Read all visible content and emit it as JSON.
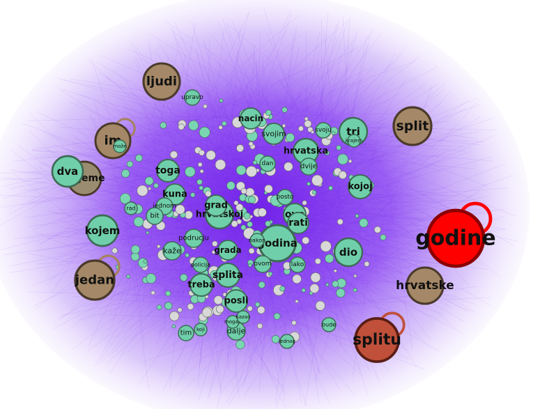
{
  "graph": {
    "edge_color": "#7b2cf0",
    "colors": {
      "green_fill": "#6fcfaa",
      "green_stroke": "#3d6b55",
      "brown_fill": "#a58867",
      "brown_stroke": "#4a3a2a",
      "olive_fill": "#9a8c70",
      "red_fill": "#ff0000",
      "red_stroke": "#8b0000",
      "rust_fill": "#c0503a",
      "rust_stroke": "#5a1e14"
    },
    "nodes": [
      {
        "id": "godine",
        "label": "godine",
        "kind": "red"
      },
      {
        "id": "splitu",
        "label": "splitu",
        "kind": "rust"
      },
      {
        "id": "hrvatske",
        "label": "hrvatske",
        "kind": "brown"
      },
      {
        "id": "split",
        "label": "split",
        "kind": "brown"
      },
      {
        "id": "ljudi",
        "label": "ljudi",
        "kind": "brown"
      },
      {
        "id": "im",
        "label": "im",
        "kind": "brown"
      },
      {
        "id": "jedan",
        "label": "jedan",
        "kind": "brown"
      },
      {
        "id": "dva",
        "label": "dva",
        "kind": "green"
      },
      {
        "id": "vrijeme",
        "label": "vrijeme",
        "kind": "olive"
      },
      {
        "id": "kojem",
        "label": "kojem",
        "kind": "green"
      },
      {
        "id": "tri",
        "label": "tri",
        "kind": "green"
      },
      {
        "id": "kojoj",
        "label": "kojoj",
        "kind": "green"
      },
      {
        "id": "dio",
        "label": "dio",
        "kind": "green"
      },
      {
        "id": "godina",
        "label": "godina",
        "kind": "green"
      },
      {
        "id": "hrvatska",
        "label": "hrvatska",
        "kind": "green"
      },
      {
        "id": "hrvatskoj",
        "label": "hrvatskoj",
        "kind": "green"
      },
      {
        "id": "ove",
        "label": "ove",
        "kind": "green"
      },
      {
        "id": "rati",
        "label": "rati",
        "kind": "green"
      },
      {
        "id": "toga",
        "label": "toga",
        "kind": "green"
      },
      {
        "id": "kuna",
        "label": "kuna",
        "kind": "green"
      },
      {
        "id": "grad",
        "label": "grad",
        "kind": "green"
      },
      {
        "id": "splita",
        "label": "splita",
        "kind": "green"
      },
      {
        "id": "treba",
        "label": "treba",
        "kind": "green"
      },
      {
        "id": "posli",
        "label": "posli",
        "kind": "green"
      },
      {
        "id": "grada",
        "label": "grada",
        "kind": "green"
      },
      {
        "id": "nacin",
        "label": "nacin",
        "kind": "green"
      },
      {
        "id": "svojim",
        "label": "svojim",
        "kind": "green"
      },
      {
        "id": "podrucju",
        "label": "podrucju",
        "kind": "green"
      },
      {
        "id": "kaze",
        "label": "kaže",
        "kind": "green"
      },
      {
        "id": "dalje",
        "label": "dalje",
        "kind": "green"
      },
      {
        "id": "tim",
        "label": "tim",
        "kind": "green"
      },
      {
        "id": "dvije",
        "label": "dvije",
        "kind": "green"
      },
      {
        "id": "upravo",
        "label": "upravo",
        "kind": "green"
      },
      {
        "id": "jednom",
        "label": "jednom",
        "kind": "green"
      },
      {
        "id": "bit",
        "label": "bit",
        "kind": "green"
      },
      {
        "id": "svoju",
        "label": "svoju",
        "kind": "green"
      },
      {
        "id": "ovom",
        "label": "ovom",
        "kind": "green"
      },
      {
        "id": "lako",
        "label": "lako",
        "kind": "green"
      },
      {
        "id": "policija",
        "label": "policija",
        "kind": "green"
      },
      {
        "id": "koji",
        "label": "koji",
        "kind": "green"
      },
      {
        "id": "jednog",
        "label": "jednog",
        "kind": "green"
      },
      {
        "id": "bude",
        "label": "bude",
        "kind": "green"
      },
      {
        "id": "moze",
        "label": "može",
        "kind": "green"
      },
      {
        "id": "rad",
        "label": "rad",
        "kind": "green"
      },
      {
        "id": "mogao",
        "label": "mogao",
        "kind": "green"
      },
      {
        "id": "dan",
        "label": "dan",
        "kind": "green"
      },
      {
        "id": "kazao",
        "label": "kazao",
        "kind": "green"
      },
      {
        "id": "posto",
        "label": "posto",
        "kind": "green"
      },
      {
        "id": "krajem",
        "label": "krajem",
        "kind": "green"
      },
      {
        "id": "nakon",
        "label": "nakon",
        "kind": "green"
      }
    ]
  }
}
